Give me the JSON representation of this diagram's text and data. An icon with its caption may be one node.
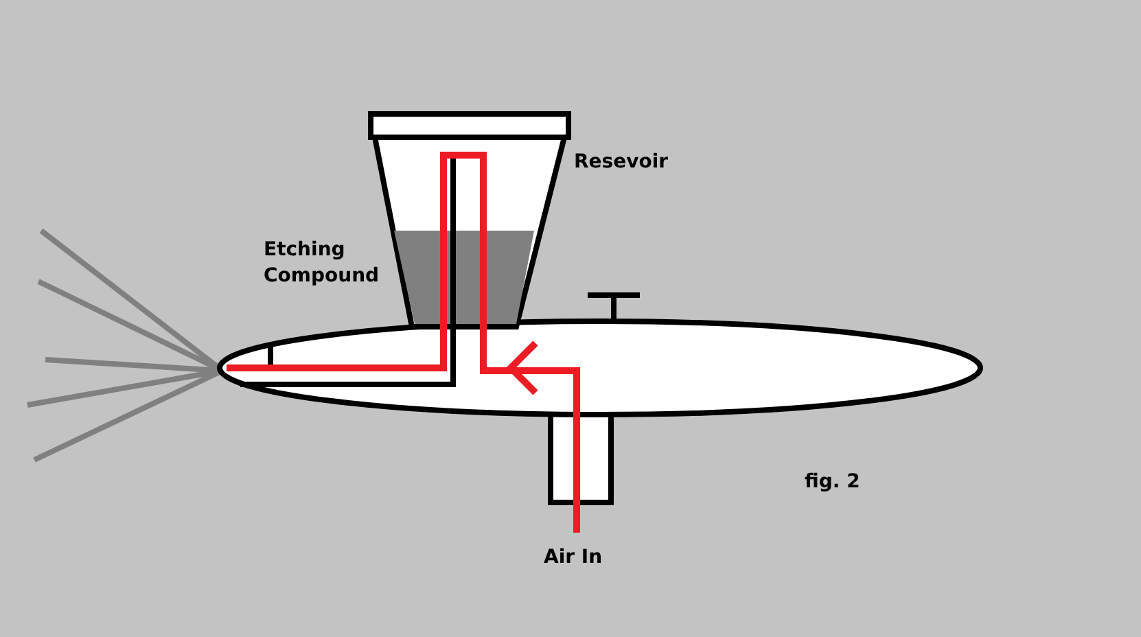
{
  "diagram": {
    "caption": "fig. 2",
    "labels": [
      "Resevoir",
      "Etching Compound",
      "Air In"
    ]
  }
}
